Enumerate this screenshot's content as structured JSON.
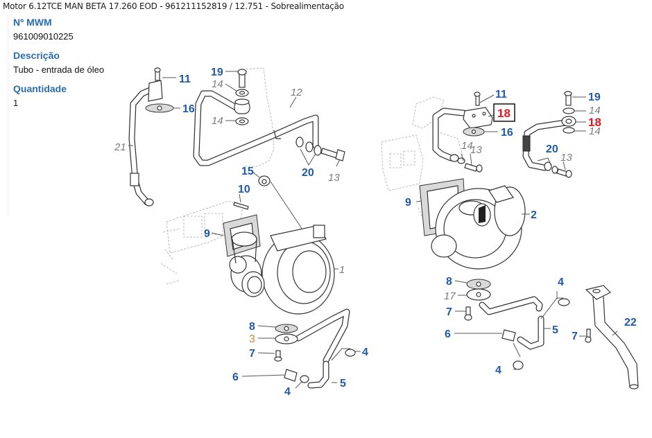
{
  "header": {
    "breadcrumb": "Motor 6.12TCE MAN BETA 17.260 EOD - 961211152819  /  12.751 - Sobrealimentação"
  },
  "part_info": {
    "mwm_label": "Nº MWM",
    "mwm_value": "961009010225",
    "description_label": "Descrição",
    "description_value": "Tubo - entrada de óleo",
    "quantity_label": "Quantidade",
    "quantity_value": "1"
  },
  "diagram": {
    "highlight_color": "#e8141b",
    "callout_color": "#1f5aa8",
    "selected_item": "18",
    "left_assembly": {
      "callouts": {
        "c11": "11",
        "c16": "16",
        "c21": "21",
        "c19": "19",
        "c14a": "14",
        "c14b": "14",
        "c12": "12",
        "c20": "20",
        "c13": "13",
        "c15": "15",
        "c10": "10",
        "c9": "9",
        "c1": "1",
        "c8": "8",
        "c3": "3",
        "c7": "7",
        "c6": "6",
        "c4a": "4",
        "c4b": "4",
        "c5": "5"
      }
    },
    "right_assembly": {
      "callouts": {
        "c11": "11",
        "c18_boxed": "18",
        "c16": "16",
        "c14": "14",
        "c13a": "13",
        "c19": "19",
        "c14b": "14",
        "c18b": "18",
        "c14c": "14",
        "c20": "20",
        "c13b": "13",
        "c9": "9",
        "c2": "2",
        "c8": "8",
        "c17": "17",
        "c7a": "7",
        "c6": "6",
        "c4a": "4",
        "c5": "5",
        "c4b": "4",
        "c7b": "7",
        "c22": "22"
      }
    }
  }
}
